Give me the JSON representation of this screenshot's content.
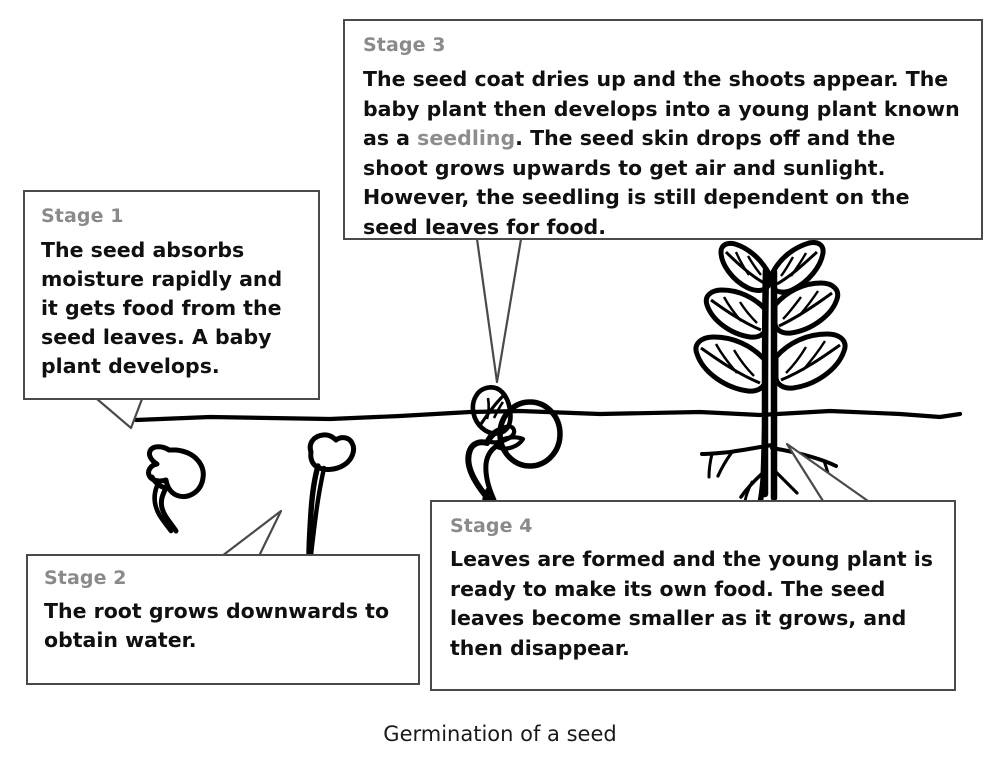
{
  "diagram": {
    "caption": "Germination of a seed",
    "label_color": "#8a8a8a",
    "body_color": "#101010",
    "box_border_color": "#4a4a4a",
    "ink_color": "#000000",
    "background_color": "#ffffff"
  },
  "stages": [
    {
      "id": "stage-1",
      "label": "Stage 1",
      "text": "The seed absorbs moisture rapidly and it gets food from the seed leaves. A baby plant develops."
    },
    {
      "id": "stage-2",
      "label": "Stage 2",
      "text": "The root grows downwards to obtain water."
    },
    {
      "id": "stage-3",
      "label": "Stage 3",
      "text_before": "The seed coat dries up and the shoots appear. The baby plant then develops into a young plant known as a ",
      "highlight": "seedling",
      "text_after": ". The seed skin drops off and the shoot grows upwards to get air and sunlight. However, the seedling is still dependent on the seed leaves for food."
    },
    {
      "id": "stage-4",
      "label": "Stage 4",
      "text": "Leaves are formed and the young plant is ready to make its own food. The seed leaves become smaller as it grows, and then disappear."
    }
  ],
  "illustrations": [
    {
      "name": "seed-stage-1",
      "description": "bean seed with small emerging root, below soil"
    },
    {
      "name": "seed-stage-2",
      "description": "seed with long root growing downwards"
    },
    {
      "name": "seedling-stage-3",
      "description": "seed with shoot and two leaves above soil and root below"
    },
    {
      "name": "young-plant-stage-4",
      "description": "young plant with seven leaves and branching root system"
    },
    {
      "name": "soil-line",
      "description": "horizontal ground level line"
    }
  ]
}
